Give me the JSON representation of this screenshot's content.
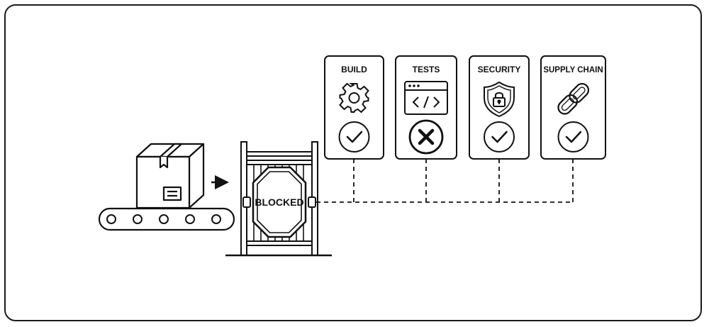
{
  "gate": {
    "stop_sign_label": "BLOCKED"
  },
  "checks": [
    {
      "label": "BUILD",
      "icon": "gear-icon",
      "status": "passed",
      "status_icon": "check-circle-icon"
    },
    {
      "label": "TESTS",
      "icon": "code-window-icon",
      "status": "failed",
      "status_icon": "x-circle-icon"
    },
    {
      "label": "SECURITY",
      "icon": "shield-lock-icon",
      "status": "passed",
      "status_icon": "check-circle-icon"
    },
    {
      "label": "SUPPLY CHAIN",
      "icon": "chain-link-icon",
      "status": "passed",
      "status_icon": "check-circle-icon"
    }
  ],
  "colors": {
    "ink": "#1a1a1a",
    "background": "#ffffff"
  }
}
